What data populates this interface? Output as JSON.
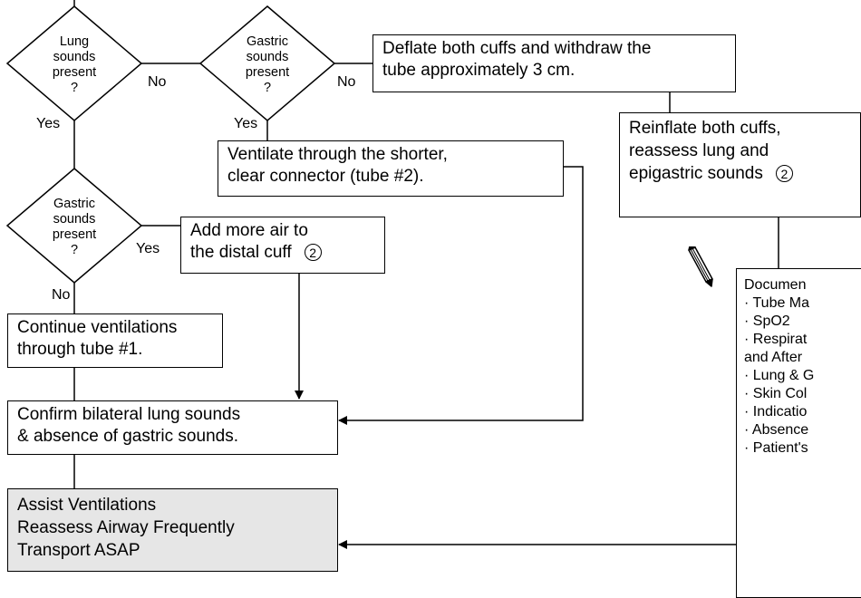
{
  "decisions": {
    "lung_sounds": [
      "Lung",
      "sounds",
      "present",
      "?"
    ],
    "gastric_sounds_1": [
      "Gastric",
      "sounds",
      "present",
      "?"
    ],
    "gastric_sounds_2": [
      "Gastric",
      "sounds",
      "present",
      "?"
    ]
  },
  "labels": {
    "no_1": "No",
    "no_2": "No",
    "yes_1": "Yes",
    "yes_2": "Yes",
    "yes_3": "Yes",
    "no_3": "No"
  },
  "boxes": {
    "deflate": [
      "Deflate both cuffs and withdraw the",
      "tube approximately 3 cm."
    ],
    "reinflate": [
      "Reinflate both cuffs,",
      "reassess lung and",
      "epigastric sounds"
    ],
    "ventilate_short": [
      "Ventilate through the shorter,",
      "clear connector (tube #2)."
    ],
    "add_air": [
      "Add more air to",
      "the distal cuff"
    ],
    "continue_vent": [
      "Continue ventilations",
      "through tube #1."
    ],
    "confirm": [
      "Confirm bilateral lung sounds",
      "& absence of gastric sounds."
    ],
    "final": [
      "Assist Ventilations",
      "Reassess Airway Frequently",
      "Transport ASAP"
    ]
  },
  "circled_number": "2",
  "document_box": {
    "lines": [
      "Documen",
      "· Tube Ma",
      "· SpO2",
      "· Respirat",
      "and After",
      "· Lung & G",
      "· Skin Col",
      "· Indicatio",
      "· Absence",
      "· Patient's"
    ]
  },
  "icons": {
    "pencil": "pencil-icon"
  }
}
